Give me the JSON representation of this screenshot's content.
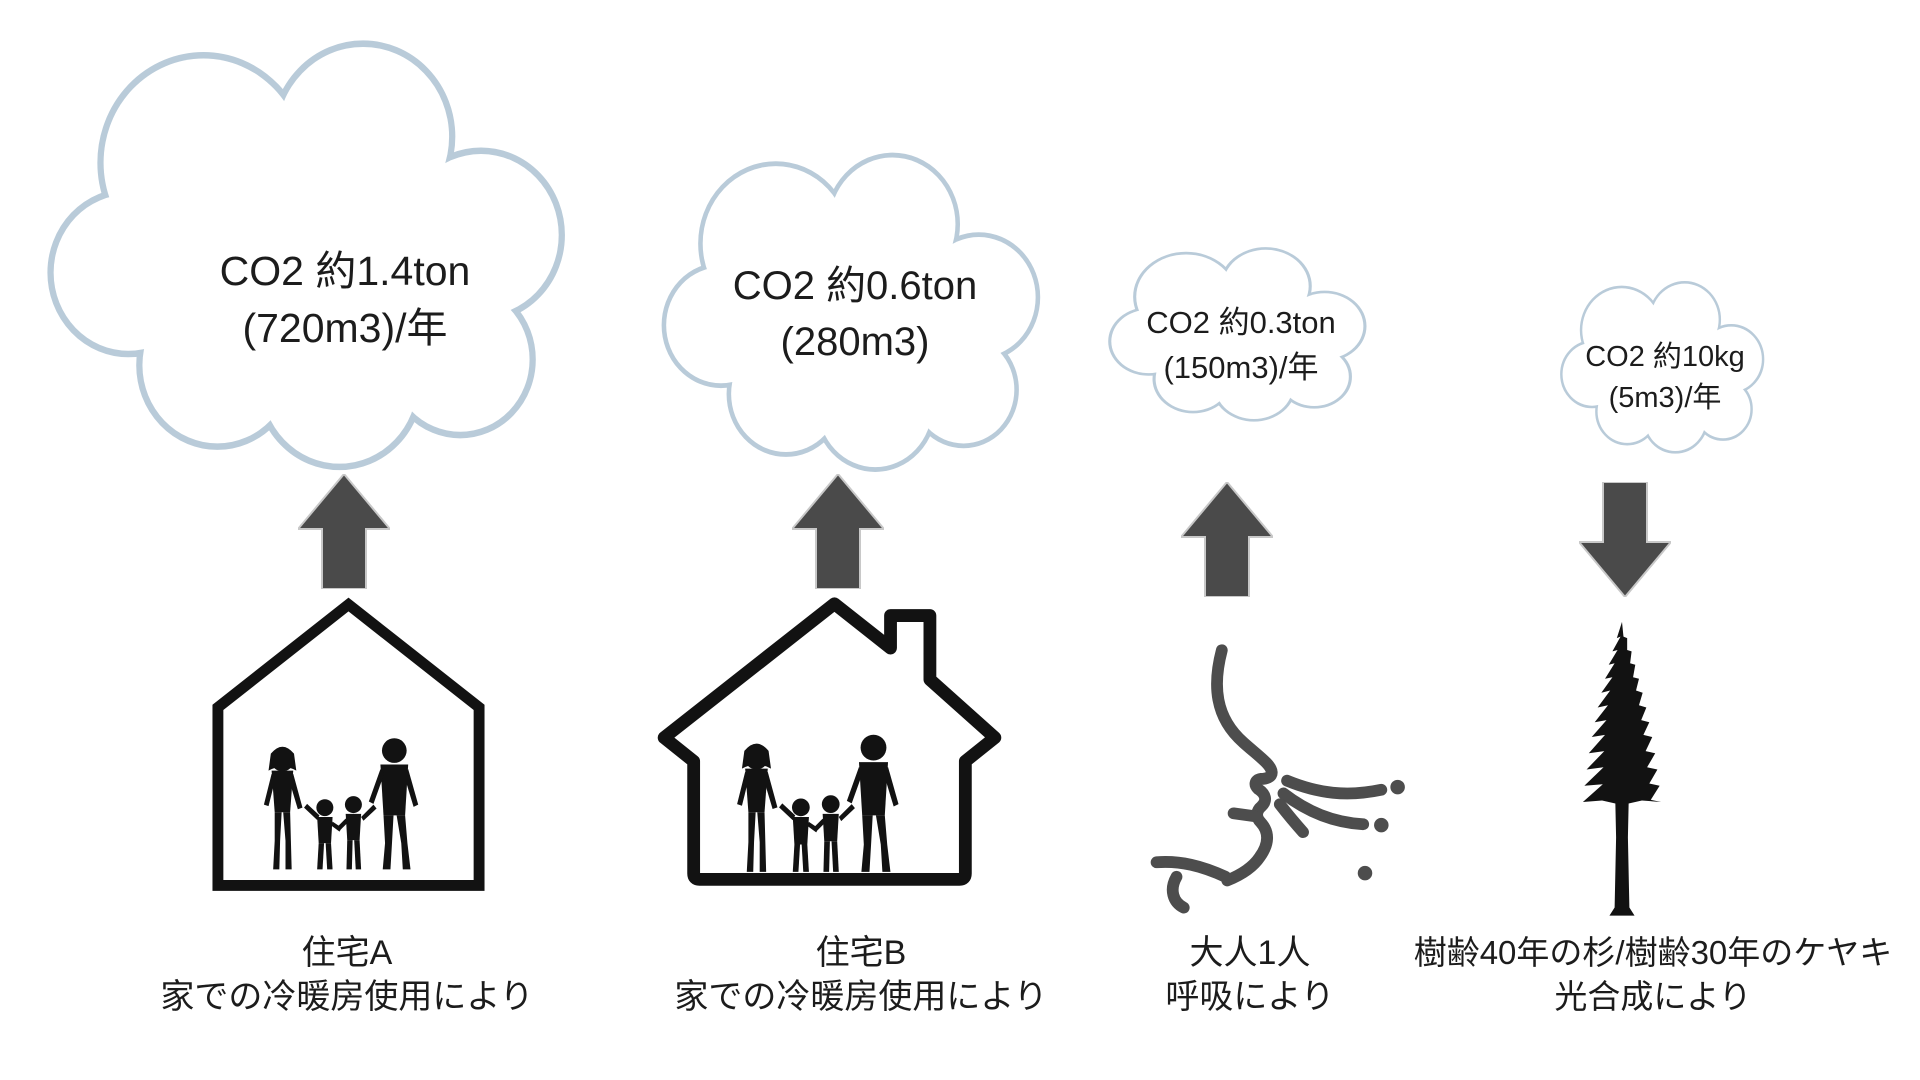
{
  "colors": {
    "cloud_outline": "#b9cbd9",
    "cloud_fill": "#ffffff",
    "arrow_fill": "#4a4a4a",
    "ink": "#121212",
    "face_stroke": "#4d4d4d",
    "text": "#1c1c1c"
  },
  "columns": [
    {
      "id": "house-a",
      "cloud": {
        "line1": "CO2 約1.4ton",
        "line2": "(720m3)/年"
      },
      "arrow": "up",
      "figure": "house-with-family",
      "label": {
        "line1": "住宅A",
        "line2": "家での冷暖房使用により"
      }
    },
    {
      "id": "house-b",
      "cloud": {
        "line1": "CO2 約0.6ton",
        "line2": "(280m3)"
      },
      "arrow": "up",
      "figure": "house-with-chimney-and-family",
      "label": {
        "line1": "住宅B",
        "line2": "家での冷暖房使用により"
      }
    },
    {
      "id": "adult-breathing",
      "cloud": {
        "line1": "CO2 約0.3ton",
        "line2": "(150m3)/年"
      },
      "arrow": "up",
      "figure": "breathing-face-profile",
      "label": {
        "line1": "大人1人",
        "line2": "呼吸により"
      }
    },
    {
      "id": "tree",
      "cloud": {
        "line1": "CO2 約10kg",
        "line2": "(5m3)/年"
      },
      "arrow": "down",
      "figure": "conifer-tree",
      "label": {
        "line1": "樹齢40年の杉/樹齢30年のケヤキ",
        "line2": "光合成により"
      }
    }
  ]
}
